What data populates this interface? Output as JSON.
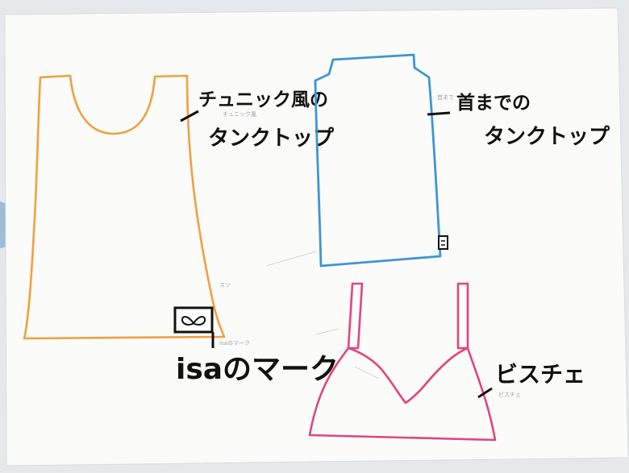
{
  "labels": {
    "tunic_line1": "チュニック風の",
    "tunic_line2": "タンクトップ",
    "neck_line1": "首までの",
    "neck_line2": "タンクトップ",
    "isa_mark": "isaのマーク",
    "bustier": "ビスチェ"
  },
  "faint_notes": {
    "tunic_small": "チュニック風",
    "isa_small": "isaのマーク",
    "neck_small": "首まで",
    "bustier_small": "ビスチェ",
    "hem_small": "スソ"
  },
  "icons": {
    "isa_logo": "isa-logo-icon",
    "tag": "label-tag-icon"
  },
  "colors": {
    "paper": "#fbfbf9",
    "background": "#e9ecef",
    "orange_outline": "#f0a040",
    "blue_outline": "#3d95d6",
    "pink_outline": "#e0457f",
    "ink": "#111111"
  }
}
